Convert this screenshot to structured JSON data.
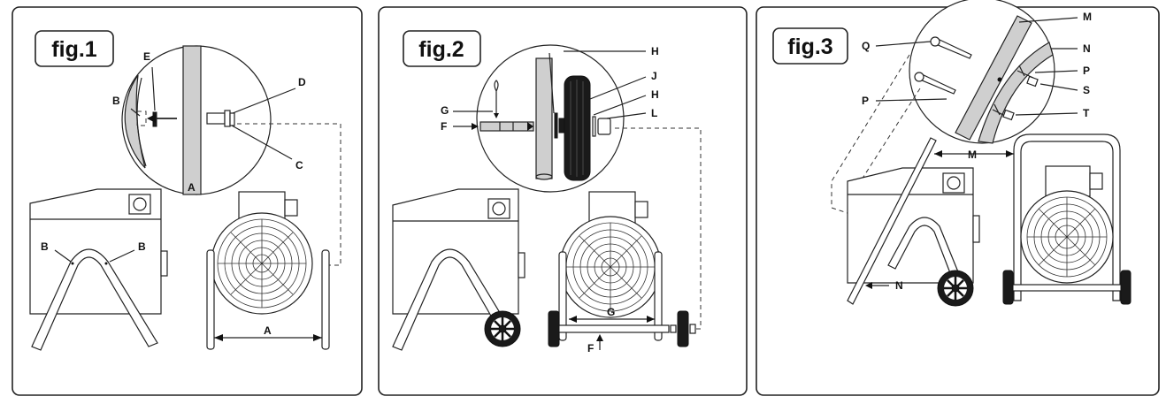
{
  "figures": [
    {
      "title": "fig.1",
      "labels": {
        "a_top": "A",
        "b_left": "B",
        "e": "E",
        "d": "D",
        "c": "C",
        "b_handle_left": "B",
        "b_handle_right": "B",
        "a_bottom": "A"
      }
    },
    {
      "title": "fig.2",
      "labels": {
        "h_top": "H",
        "j": "J",
        "g_top": "G",
        "f_top": "F",
        "h_mid": "H",
        "l": "L",
        "g_bottom": "G",
        "f_bottom": "F"
      }
    },
    {
      "title": "fig.3",
      "labels": {
        "m_top": "M",
        "q": "Q",
        "n_top": "N",
        "p_right": "P",
        "p_left": "P",
        "s": "S",
        "t": "T",
        "m_mid": "M",
        "n_bottom": "N"
      }
    }
  ],
  "colors": {
    "outline": "#222222",
    "shade": "#cfcfcf",
    "fill": "#ffffff"
  }
}
